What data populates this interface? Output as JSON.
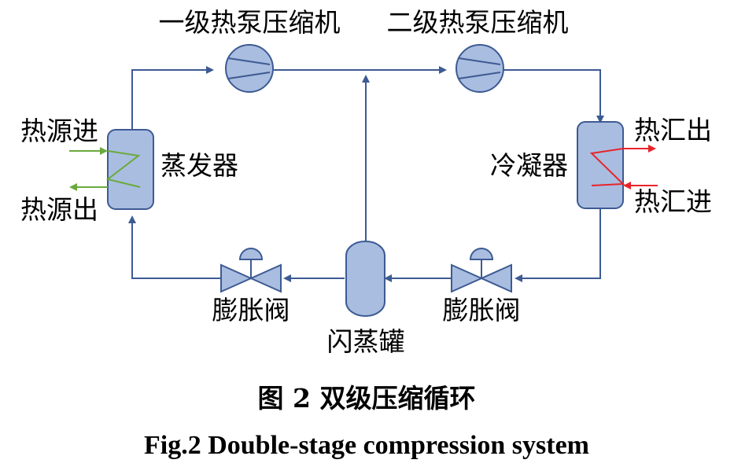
{
  "labels": {
    "compressor_1": "一级热泵压缩机",
    "compressor_2": "二级热泵压缩机",
    "evaporator": "蒸发器",
    "condenser": "冷凝器",
    "heat_source_in": "热源进",
    "heat_source_out": "热源出",
    "heat_sink_out": "热汇出",
    "heat_sink_in": "热汇进",
    "expansion_valve_left": "膨胀阀",
    "expansion_valve_right": "膨胀阀",
    "flash_tank": "闪蒸罐"
  },
  "caption": {
    "chinese": "图 2 双级压缩循环",
    "english": "Fig.2 Double-stage compression system"
  },
  "colors": {
    "pipe": "#3d5a93",
    "equipment_fill": "#a9bde0",
    "equipment_stroke": "#3d5a93",
    "heat_source_line": "#6aaa3c",
    "heat_sink_line": "#e8242a"
  }
}
